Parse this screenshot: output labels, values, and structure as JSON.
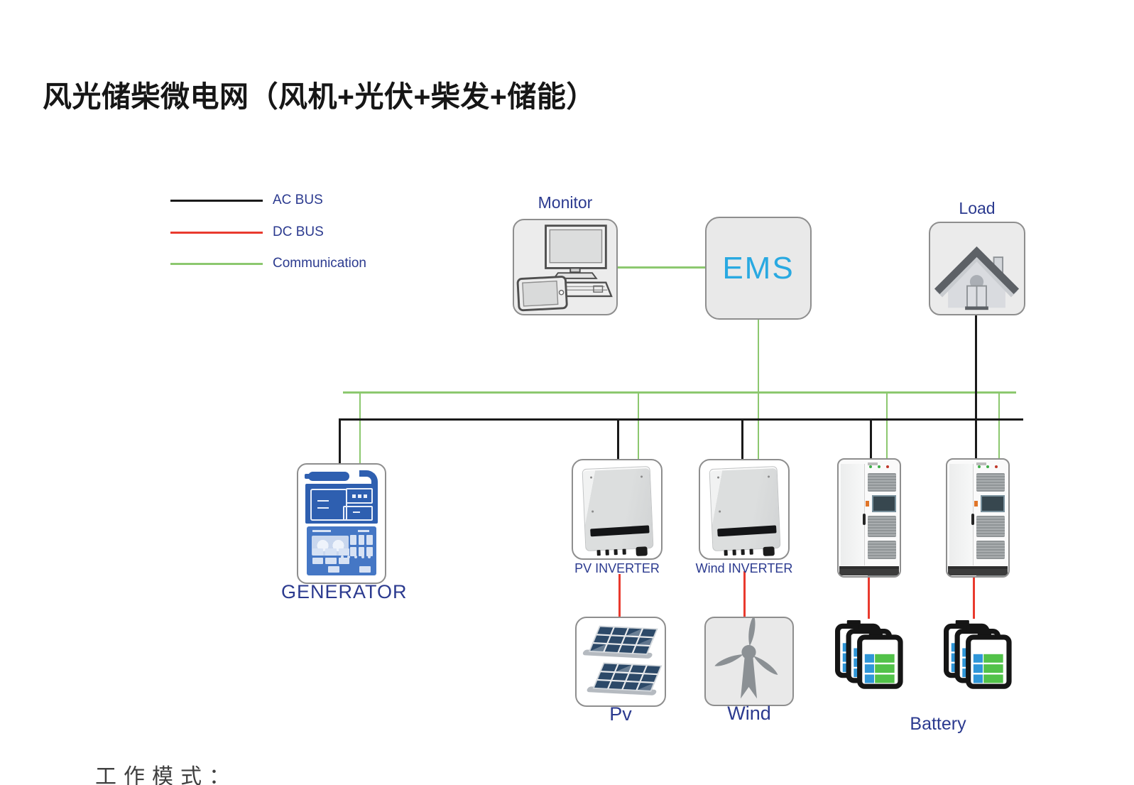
{
  "title": "风光储柴微电网（风机+光伏+柴发+储能）",
  "legend": {
    "items": [
      {
        "label": "AC BUS",
        "color": "#1a1a1a"
      },
      {
        "label": "DC BUS",
        "color": "#e93a2e"
      },
      {
        "label": "Communication",
        "color": "#8cc86f"
      }
    ]
  },
  "nodes": {
    "monitor": {
      "label": "Monitor"
    },
    "ems": {
      "label": "EMS",
      "text_color": "#29a9e1"
    },
    "load": {
      "label": "Load"
    },
    "generator": {
      "label": "GENERATOR"
    },
    "pv_inverter": {
      "label": "PV INVERTER"
    },
    "wind_inverter": {
      "label": "Wind INVERTER"
    },
    "pv": {
      "label": "Pv"
    },
    "wind": {
      "label": "Wind"
    },
    "battery": {
      "label": "Battery"
    }
  },
  "connections": {
    "bus_types": {
      "ac": "#1a1a1a",
      "dc": "#e93a2e",
      "communication": "#8cc86f"
    },
    "links": [
      {
        "from": "Monitor",
        "to": "EMS",
        "type": "communication"
      },
      {
        "from": "EMS",
        "to": "communication bus",
        "type": "communication"
      },
      {
        "from": "communication bus",
        "to": "GENERATOR",
        "type": "communication"
      },
      {
        "from": "communication bus",
        "to": "PV INVERTER",
        "type": "communication"
      },
      {
        "from": "communication bus",
        "to": "Wind INVERTER",
        "type": "communication"
      },
      {
        "from": "communication bus",
        "to": "Battery cabinet 1",
        "type": "communication"
      },
      {
        "from": "communication bus",
        "to": "Battery cabinet 2",
        "type": "communication"
      },
      {
        "from": "AC bus",
        "to": "GENERATOR",
        "type": "ac"
      },
      {
        "from": "AC bus",
        "to": "PV INVERTER",
        "type": "ac"
      },
      {
        "from": "AC bus",
        "to": "Wind INVERTER",
        "type": "ac"
      },
      {
        "from": "AC bus",
        "to": "Battery cabinet 1",
        "type": "ac"
      },
      {
        "from": "Load",
        "to": "AC bus / Battery cabinet 2",
        "type": "ac"
      },
      {
        "from": "PV INVERTER",
        "to": "Pv",
        "type": "dc"
      },
      {
        "from": "Wind INVERTER",
        "to": "Wind",
        "type": "dc"
      },
      {
        "from": "Battery cabinet 1",
        "to": "Battery",
        "type": "dc"
      },
      {
        "from": "Battery cabinet 2",
        "to": "Battery",
        "type": "dc"
      }
    ]
  },
  "footer": {
    "text": "工作模式："
  }
}
